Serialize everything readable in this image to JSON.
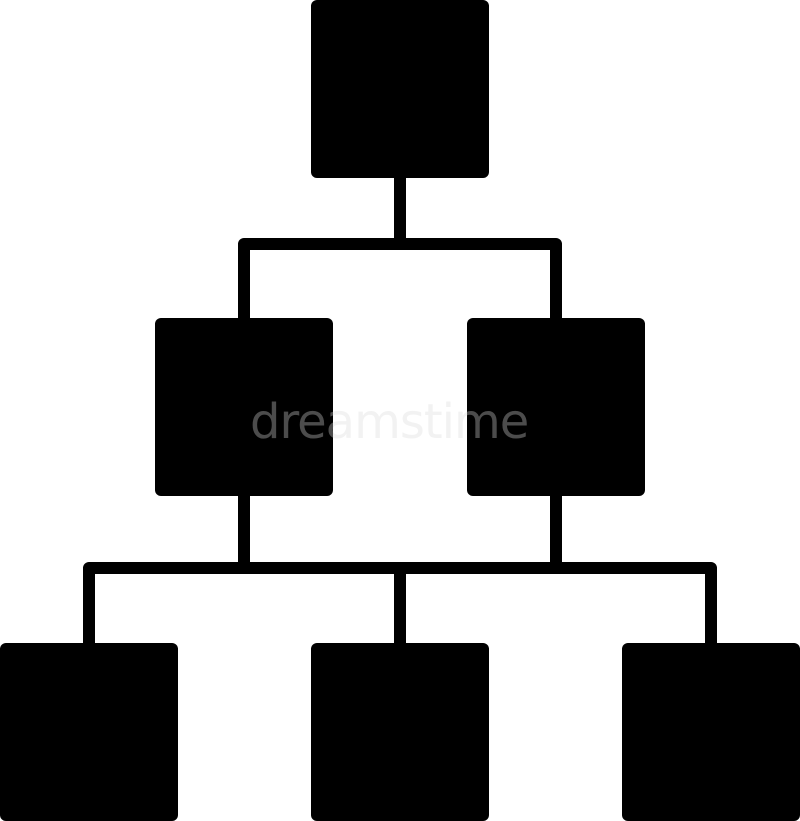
{
  "diagram": {
    "type": "hierarchy-org-chart",
    "icon": "org-chart-icon",
    "color": "#000000",
    "background": "#ffffff",
    "levels": [
      {
        "level": 1,
        "node_count": 1
      },
      {
        "level": 2,
        "node_count": 2
      },
      {
        "level": 3,
        "node_count": 3
      }
    ],
    "edges": [
      {
        "from": "top",
        "to": "middle-left"
      },
      {
        "from": "top",
        "to": "middle-right"
      },
      {
        "from": "middle",
        "to": "bottom-left"
      },
      {
        "from": "middle",
        "to": "bottom-center"
      },
      {
        "from": "middle",
        "to": "bottom-right"
      }
    ]
  },
  "watermark": {
    "text": "dreamstime"
  }
}
